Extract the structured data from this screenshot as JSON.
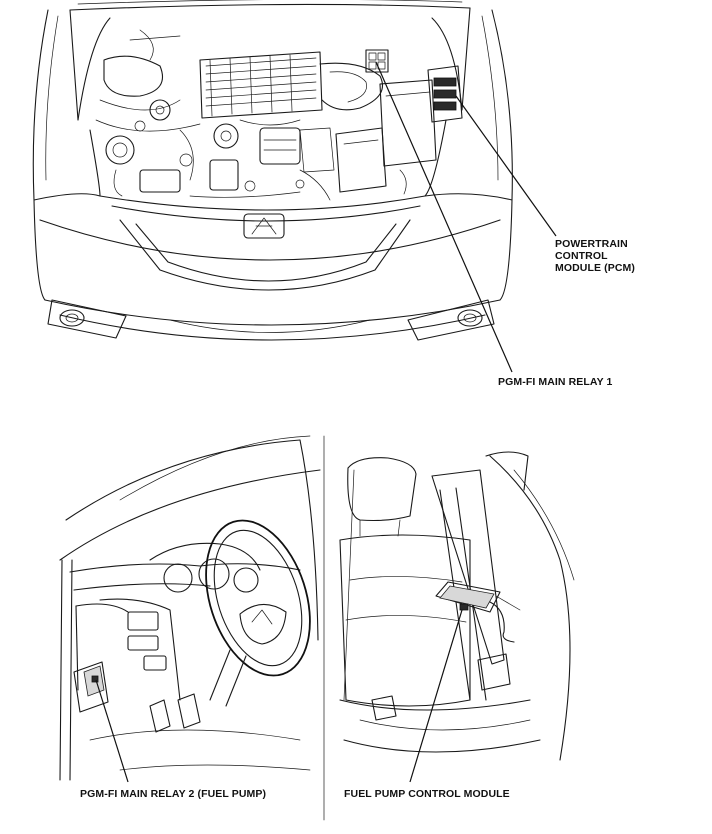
{
  "labels": {
    "pcm": [
      "POWERTRAIN",
      "CONTROL",
      "MODULE (PCM)"
    ],
    "relay1": "PGM-FI MAIN RELAY 1",
    "relay2": "PGM-FI MAIN RELAY 2 (FUEL PUMP)",
    "fuel_pump_module": "FUEL PUMP CONTROL MODULE"
  },
  "icons": {
    "engine_bay": "engine-bay-illustration",
    "dashboard": "driver-dashboard-illustration",
    "rear_seat": "rear-seat-illustration"
  },
  "colors": {
    "line": "#1a1a1a",
    "background": "#ffffff"
  }
}
